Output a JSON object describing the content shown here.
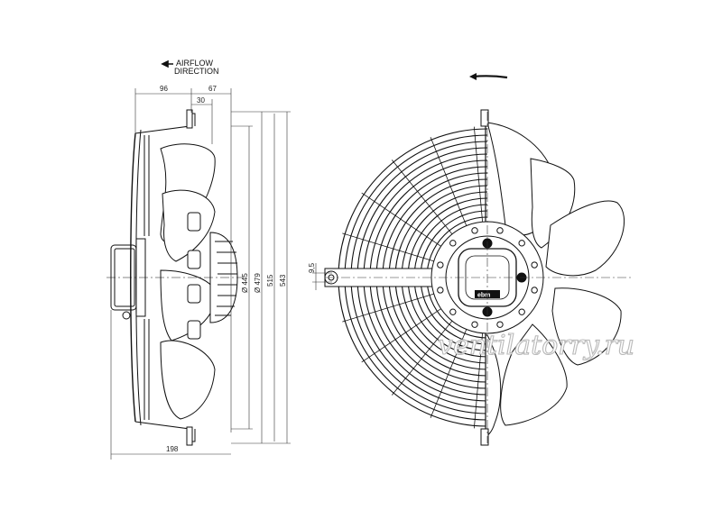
{
  "airflow": {
    "line1": "AIRFLOW",
    "line2": "DIRECTION"
  },
  "dimensions": {
    "d96": "96",
    "d67": "67",
    "d30": "30",
    "d198": "198",
    "d445": "Ø 445",
    "d479": "Ø 479",
    "d515": "515",
    "d543": "543",
    "d9_5": "9,5"
  },
  "logo": "ebm",
  "watermark": "ventilatorry.ru",
  "colors": {
    "line": "#111111",
    "fill": "#ffffff",
    "watermark_stroke": "#b9b9b9"
  }
}
